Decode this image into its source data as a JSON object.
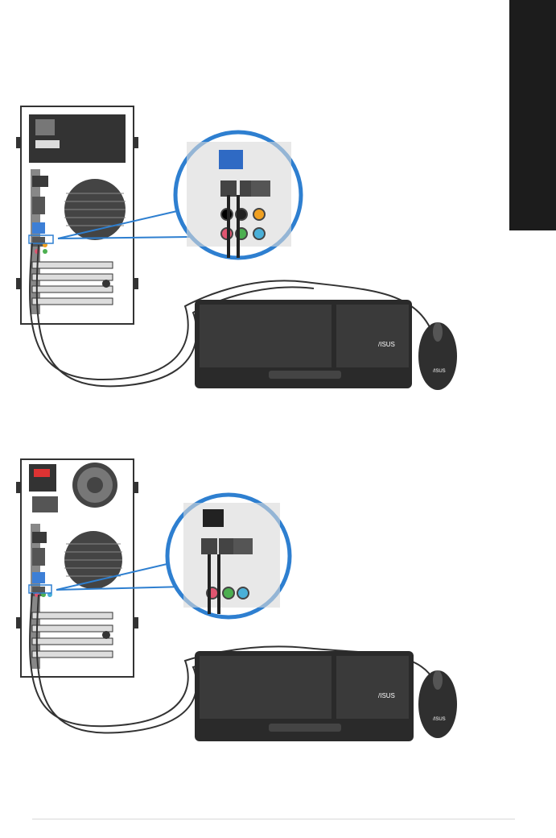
{
  "figures": [
    {
      "id": "figure-1",
      "keyboard_brand": "/ISUS",
      "mouse_brand": "/ISUS"
    },
    {
      "id": "figure-2",
      "keyboard_brand": "/ISUS",
      "mouse_brand": "/ISUS"
    }
  ],
  "colors": {
    "side_tab": "#1c1c1c",
    "usb_blue": "#3d7fd6",
    "audio_green": "#4caf50",
    "audio_pink": "#e05570",
    "audio_blue": "#4ab0d8",
    "audio_orange": "#f0a020",
    "callout_blue": "#2e7fd0"
  },
  "icons": [
    "power-socket-icon",
    "fan-grille-icon",
    "usb-port-icon",
    "audio-jack-icon",
    "lan-port-icon"
  ]
}
